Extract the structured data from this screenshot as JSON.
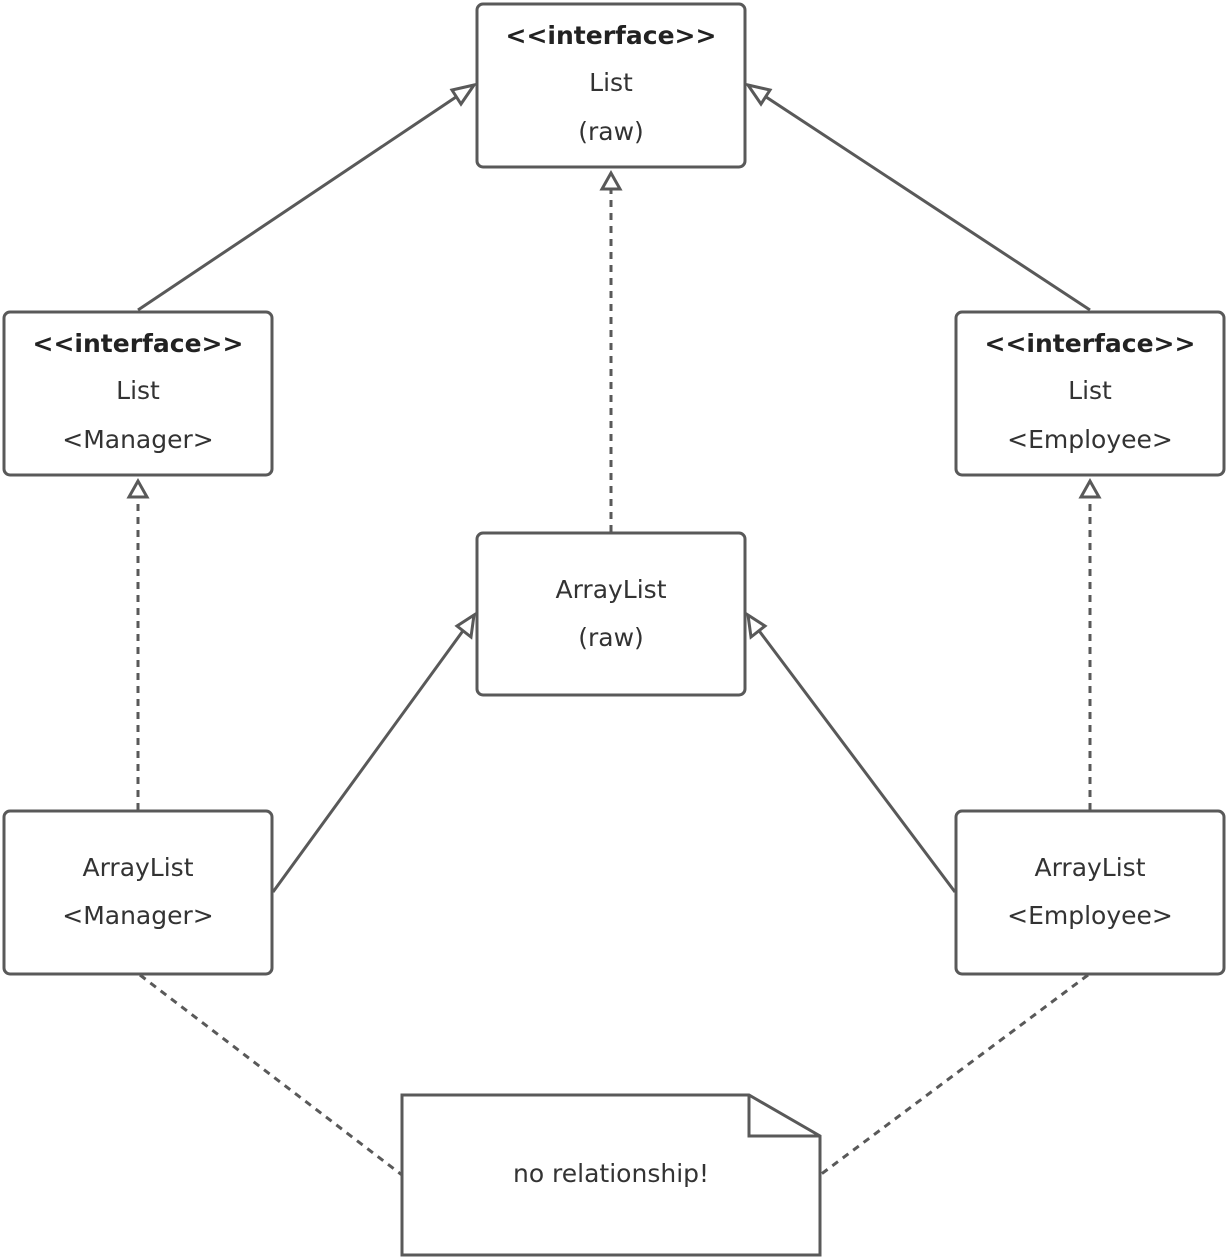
{
  "boxes": {
    "list_raw": {
      "stereotype": "<<interface>>",
      "name": "List",
      "param": "(raw)"
    },
    "list_manager": {
      "stereotype": "<<interface>>",
      "name": "List",
      "param": "<Manager>"
    },
    "list_employee": {
      "stereotype": "<<interface>>",
      "name": "List",
      "param": "<Employee>"
    },
    "arraylist_raw": {
      "name": "ArrayList",
      "param": "(raw)"
    },
    "arraylist_manager": {
      "name": "ArrayList",
      "param": "<Manager>"
    },
    "arraylist_employee": {
      "name": "ArrayList",
      "param": "<Employee>"
    }
  },
  "note": {
    "text": "no relationship!"
  },
  "colors": {
    "stroke": "#595959",
    "text": "#333333",
    "background": "#ffffff"
  }
}
